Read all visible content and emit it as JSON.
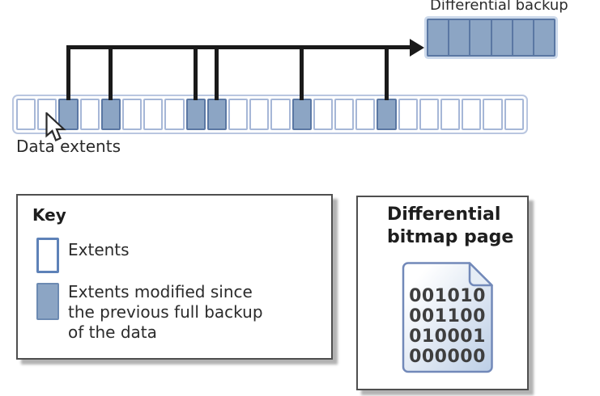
{
  "labels": {
    "differential_backup": "Differential backup",
    "data_extents": "Data extents"
  },
  "extents": {
    "cells": [
      0,
      0,
      1,
      0,
      1,
      0,
      0,
      0,
      1,
      1,
      0,
      0,
      0,
      1,
      0,
      0,
      0,
      1,
      0,
      0,
      0,
      0,
      0,
      0
    ],
    "modified_count": 6,
    "total_count": 24
  },
  "backup": {
    "cell_count": 6
  },
  "key": {
    "title": "Key",
    "items": [
      {
        "swatch": "extent",
        "label": "Extents"
      },
      {
        "swatch": "modified-extent",
        "label": "Extents modified since\nthe previous full backup\nof the data"
      }
    ]
  },
  "bitmap": {
    "title": "Differential\nbitmap page",
    "rows": [
      "001010",
      "001100",
      "010001",
      "000000"
    ]
  },
  "colors": {
    "extent_fill": "#ffffff",
    "extent_border": "#a6b7d7",
    "modified_fill": "#8ca5c4",
    "modified_border": "#5a77a3",
    "row_border": "#b9c6e0",
    "connector": "#1a1a1a",
    "panel_border": "#4f4f4f",
    "panel_shadow": "#b2b2b2",
    "doc_border": "#7289b9",
    "doc_gradient_end": "#bccee6"
  }
}
